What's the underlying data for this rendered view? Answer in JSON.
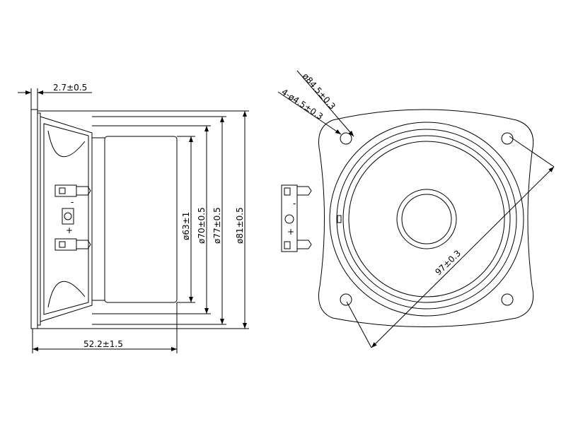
{
  "title": "Speaker dimension drawing",
  "dimensions": {
    "flange_thickness": "2.7±0.5",
    "depth": "52.2±1.5",
    "d63": "ø63±1",
    "d70": "ø70±0.5",
    "d77": "ø77±0.5",
    "d81": "ø81±0.5",
    "d84_5": "ø84.5±0.3",
    "holes": "4-ø4.5±0.3",
    "diagonal": "97±0.3"
  },
  "terminals": {
    "minus": "-",
    "plus": "+"
  }
}
